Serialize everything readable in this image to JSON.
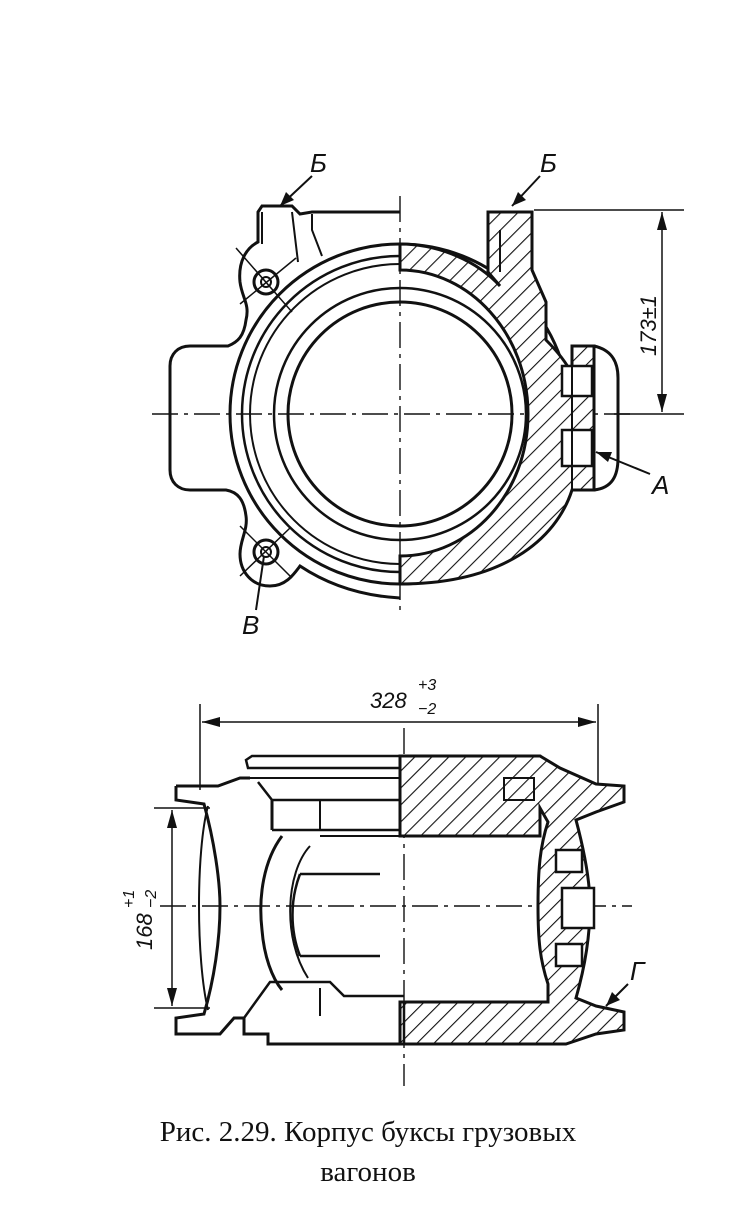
{
  "labels": {
    "b_left": "Б",
    "b_right": "Б",
    "a": "А",
    "v": "В",
    "g": "Г"
  },
  "dimensions": {
    "height_top": "173±1",
    "width_main": "328",
    "width_tol_upper": "+3",
    "width_tol_lower": "−2",
    "height_bottom_main": "168",
    "height_bottom_tol_upper": "+1",
    "height_bottom_tol_lower": "−2"
  },
  "caption": {
    "line1": "Рис. 2.29. Корпус буксы грузовых",
    "line2": "вагонов"
  }
}
